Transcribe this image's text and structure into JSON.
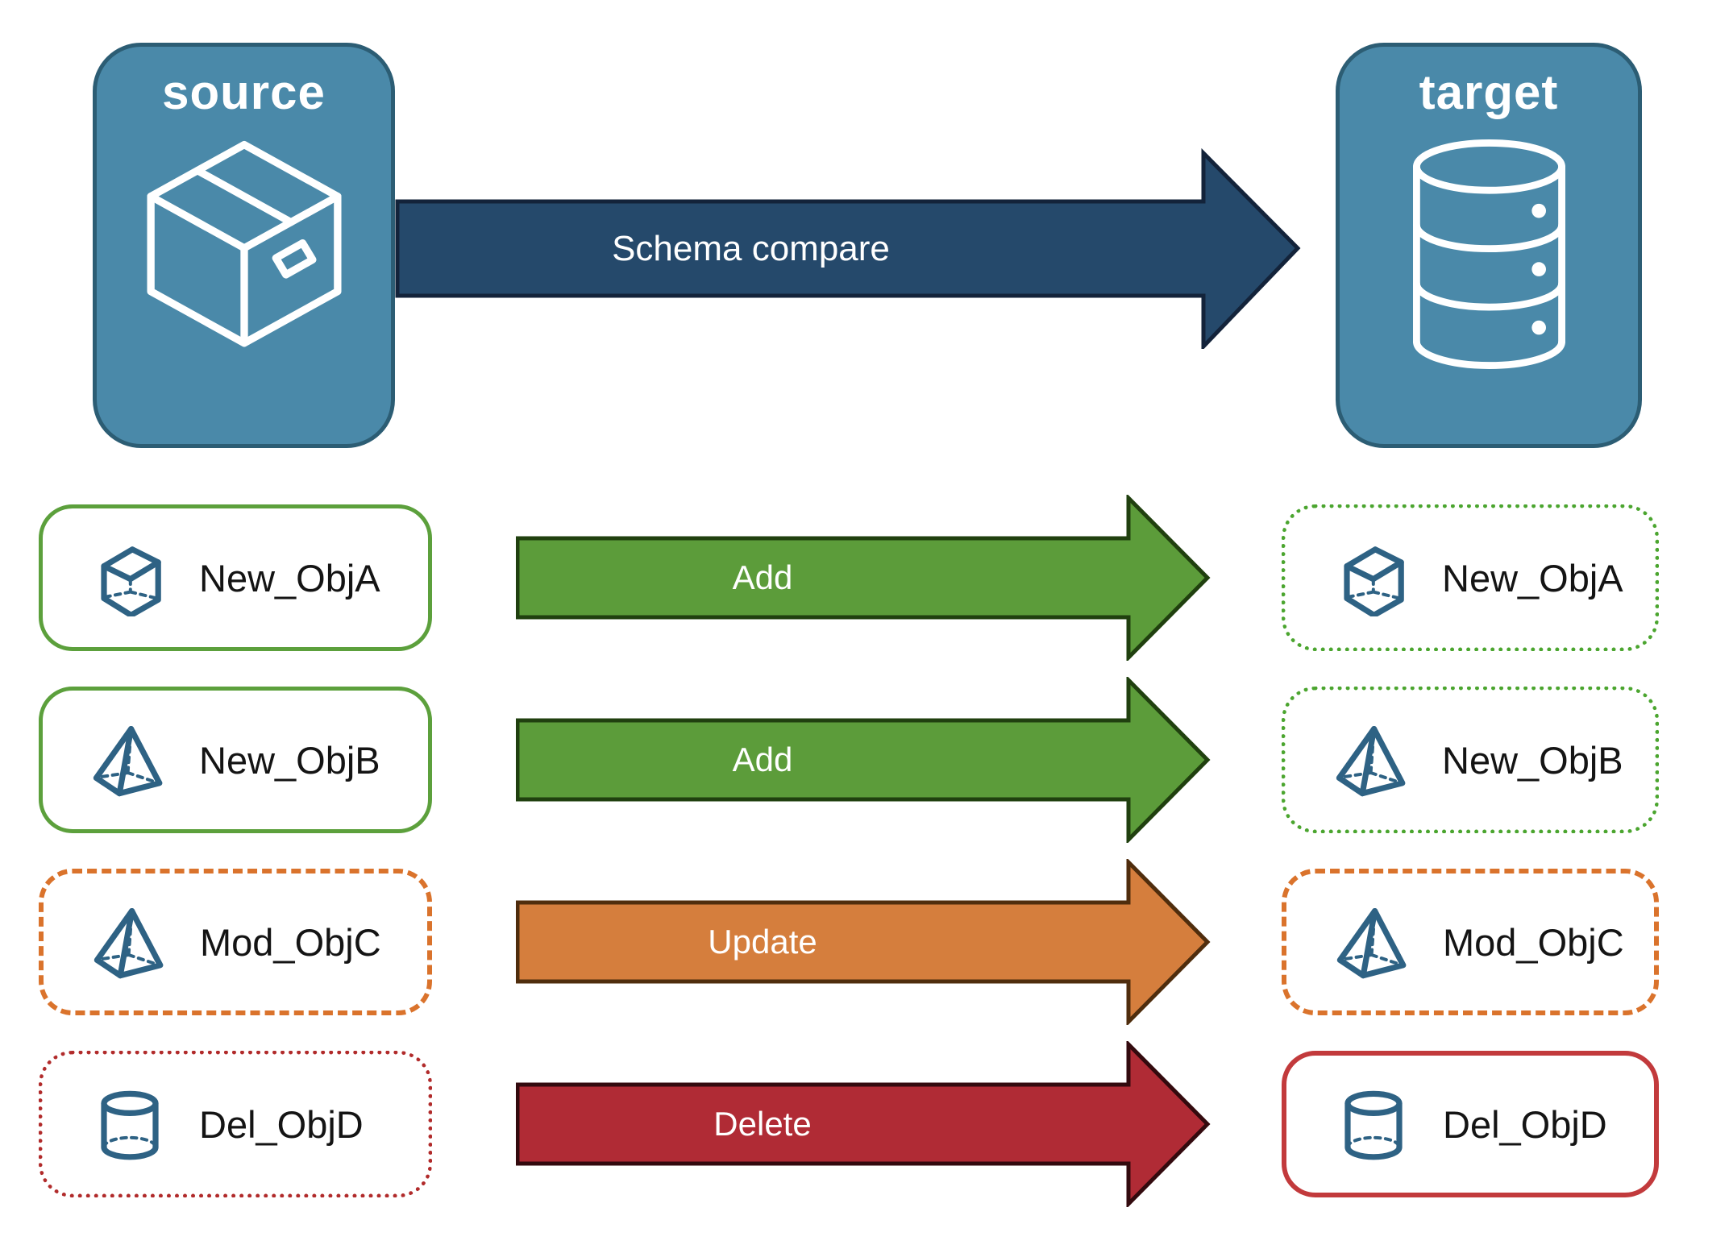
{
  "diagram": {
    "source": {
      "title": "source",
      "icon": "package-icon"
    },
    "target": {
      "title": "target",
      "icon": "database-icon"
    },
    "compare_arrow": {
      "label": "Schema compare"
    }
  },
  "rows": [
    {
      "object": "New_ObjA",
      "icon": "cube-icon",
      "action": "Add",
      "source_border": "solid-green",
      "target_border": "dotted-green"
    },
    {
      "object": "New_ObjB",
      "icon": "pyramid-icon",
      "action": "Add",
      "source_border": "solid-green",
      "target_border": "dotted-green"
    },
    {
      "object": "Mod_ObjC",
      "icon": "pyramid-icon",
      "action": "Update",
      "source_border": "dashed-orange",
      "target_border": "dashed-orange"
    },
    {
      "object": "Del_ObjD",
      "icon": "cylinder-icon",
      "action": "Delete",
      "source_border": "dotted-red",
      "target_border": "solid-red"
    }
  ],
  "colors": {
    "blue_fill": "#4A89A9",
    "blue_border": "#2C5D74",
    "icon_blue": "#2E6284",
    "navy_fill": "#25496B",
    "navy_stroke": "#13233A",
    "green_fill": "#5C9C3A",
    "green_stroke": "#20400F",
    "green_border_solid": "#5CA03C",
    "green_border_dotted": "#4BA52F",
    "orange_fill": "#D57E3D",
    "orange_stroke": "#4F2D0D",
    "orange_border": "#DA732C",
    "red_fill": "#B02B35",
    "red_stroke": "#330A0E",
    "red_border_dotted": "#B12B2B",
    "red_border_solid": "#C23A3C",
    "text_dark": "#141414"
  }
}
